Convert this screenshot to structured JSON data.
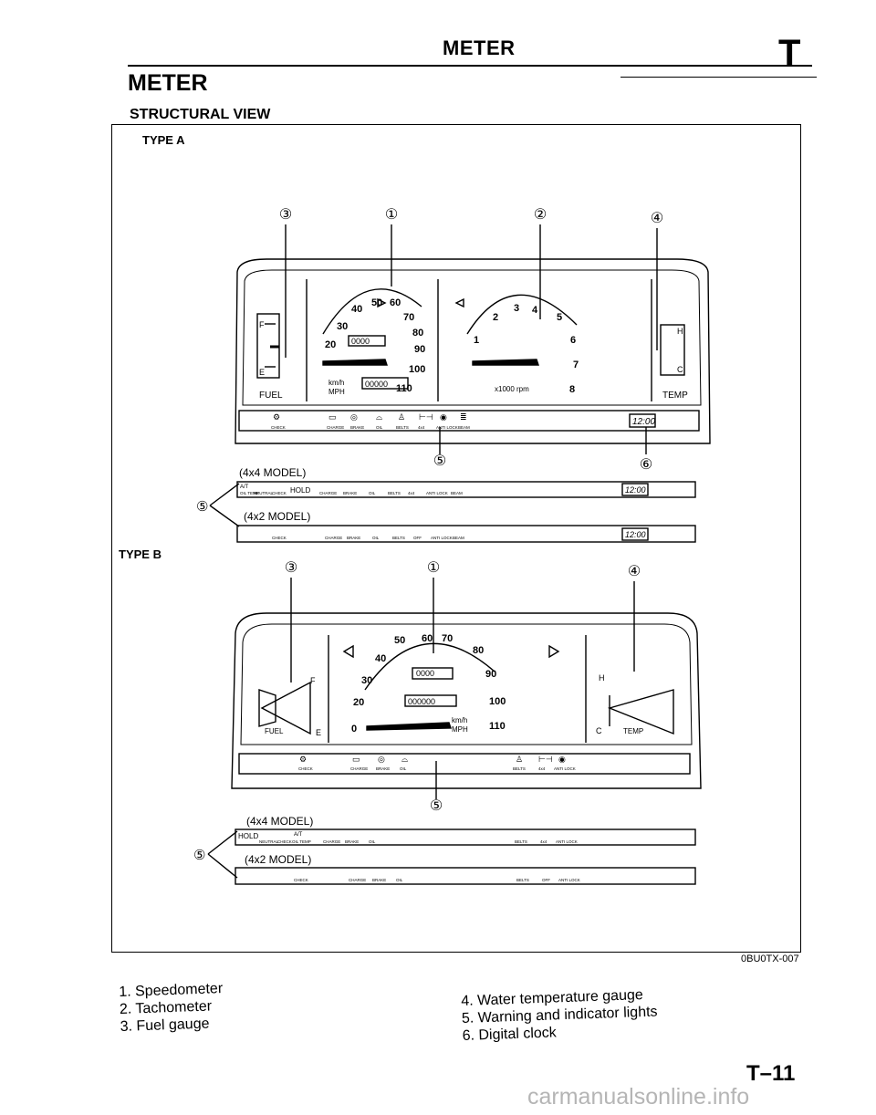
{
  "header": {
    "title": "METER",
    "section_letter": "T"
  },
  "section_title": "METER",
  "subtitle": "STRUCTURAL VIEW",
  "type_a": {
    "label": "TYPE A",
    "callouts": [
      "③",
      "①",
      "②",
      "④",
      "⑤",
      "⑥"
    ],
    "fuel": {
      "full": "F",
      "empty": "E",
      "label": "FUEL"
    },
    "speedo": {
      "ticks": [
        "20",
        "30",
        "40",
        "50",
        "60",
        "70",
        "80",
        "90",
        "100",
        "110"
      ],
      "odometer": "00000",
      "trip": "0000",
      "unit_km": "km/h",
      "unit_mph": "MPH"
    },
    "tacho": {
      "ticks": [
        "1",
        "2",
        "3",
        "4",
        "5",
        "6",
        "7",
        "8"
      ],
      "unit": "x1000 rpm"
    },
    "temp": {
      "hot": "H",
      "cold": "C",
      "label": "TEMP"
    },
    "warning_labels": [
      "CHECK",
      "CHARGE",
      "BRAKE",
      "OIL",
      "BELTS",
      "4x4",
      "ANTI LOCK",
      "BEAM"
    ],
    "clock": "12:00"
  },
  "variants_a": {
    "model_4x4": "(4x4 MODEL)",
    "model_4x2": "(4x2 MODEL)",
    "hold": "HOLD",
    "at": "A/T",
    "labels_4x4": [
      "OIL TEMP",
      "NEUTRAL",
      "CHECK",
      "CHARGE",
      "BRAKE",
      "OIL",
      "BELTS",
      "4x4",
      "ANTI LOCK",
      "BEAM"
    ],
    "labels_4x2": [
      "CHECK",
      "CHARGE",
      "BRAKE",
      "OIL",
      "BELTS",
      "OFF",
      "ANTI LOCK",
      "BEAM"
    ],
    "clock": "12:00"
  },
  "type_b": {
    "label": "TYPE B",
    "callouts": [
      "③",
      "①",
      "④",
      "⑤"
    ],
    "fuel": {
      "full": "F",
      "empty": "E",
      "label": "FUEL"
    },
    "speedo": {
      "ticks": [
        "0",
        "20",
        "30",
        "40",
        "50",
        "60",
        "70",
        "80",
        "90",
        "100",
        "110"
      ],
      "odometer": "000000",
      "trip": "0000",
      "unit_km": "km/h",
      "unit_mph": "MPH"
    },
    "temp": {
      "hot": "H",
      "cold": "C",
      "label": "TEMP"
    },
    "warning_labels": [
      "CHECK",
      "CHARGE",
      "BRAKE",
      "OIL",
      "BELTS",
      "4x4",
      "ANTI LOCK"
    ]
  },
  "variants_b": {
    "model_4x4": "(4x4 MODEL)",
    "model_4x2": "(4x2 MODEL)",
    "hold": "HOLD",
    "at": "A/T",
    "labels_4x4": [
      "NEUTRAL",
      "CHECK",
      "OIL TEMP",
      "CHARGE",
      "BRAKE",
      "OIL",
      "BELTS",
      "4x4",
      "ANTI LOCK"
    ],
    "labels_4x2": [
      "CHECK",
      "CHARGE",
      "BRAKE",
      "OIL",
      "BELTS",
      "OFF",
      "ANTI LOCK"
    ]
  },
  "figure_code": "0BU0TX-007",
  "legend_left": [
    "1. Speedometer",
    "2. Tachometer",
    "3. Fuel gauge"
  ],
  "legend_right": [
    "4. Water temperature gauge",
    "5. Warning and indicator lights",
    "6. Digital clock"
  ],
  "page_number": "T–11",
  "watermark": "carmanualsonline.info"
}
